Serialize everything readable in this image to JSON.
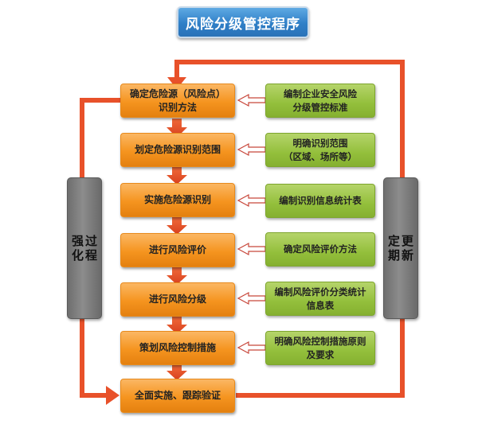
{
  "title": "风险分级管控程序",
  "steps": [
    {
      "lines": [
        "确定危险源（风险点）",
        "识别方法"
      ]
    },
    {
      "lines": [
        "划定危险源识别范围"
      ]
    },
    {
      "lines": [
        "实施危险源识别"
      ]
    },
    {
      "lines": [
        "进行风险评价"
      ]
    },
    {
      "lines": [
        "进行风险分级"
      ]
    },
    {
      "lines": [
        "策划风险控制措施"
      ]
    },
    {
      "lines": [
        "全面实施、跟踪验证"
      ]
    }
  ],
  "notes": [
    {
      "lines": [
        "编制企业安全风险",
        "分级管控标准"
      ]
    },
    {
      "lines": [
        "明确识别范围",
        "（区域、场所等）"
      ]
    },
    {
      "lines": [
        "编制识别信息统计表"
      ]
    },
    {
      "lines": [
        "确定风险评价方法"
      ]
    },
    {
      "lines": [
        "编制风险评价分类统计",
        "信息表"
      ]
    },
    {
      "lines": [
        "明确风险控制措施原则",
        "及要求"
      ]
    }
  ],
  "side_left": {
    "text": "强化过程",
    "columns": [
      "强化",
      "过程"
    ]
  },
  "side_right": {
    "text": "定期更新",
    "columns": [
      "定期",
      "更新"
    ]
  },
  "colors": {
    "loop_arrow": "#e8512a",
    "down_arrow": "#e8512a",
    "note_arrow_fill": "#ffffff",
    "note_arrow_stroke": "#c8473b"
  }
}
